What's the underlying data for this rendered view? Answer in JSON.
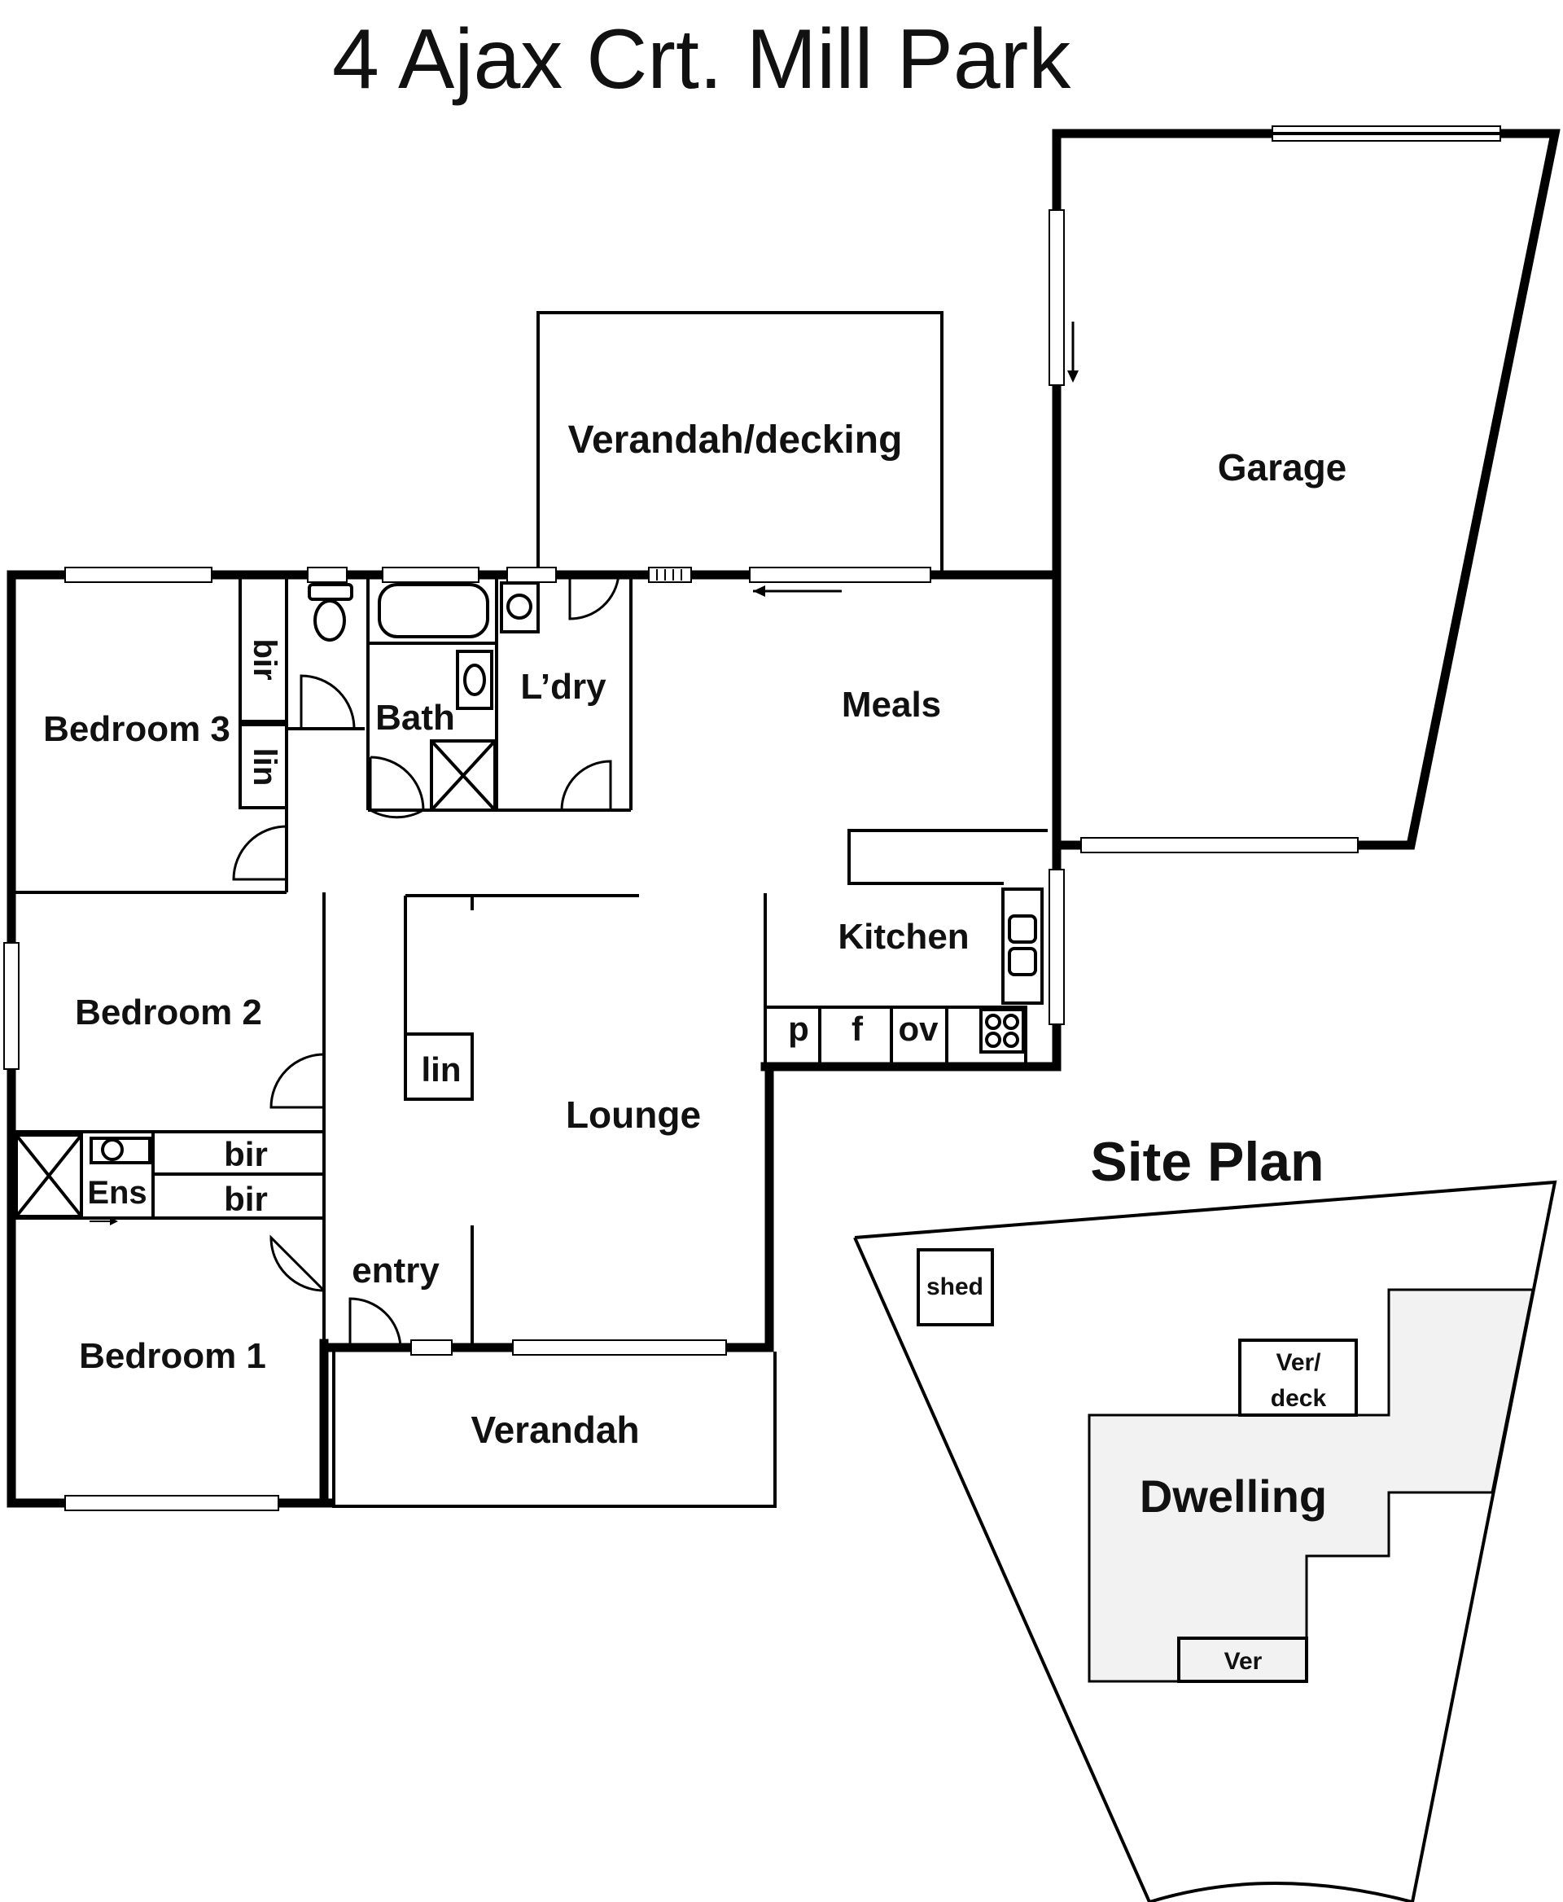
{
  "title": "4 Ajax Crt. Mill Park",
  "rooms": {
    "verandah_decking": "Verandah/decking",
    "garage": "Garage",
    "bedroom3": "Bedroom 3",
    "bir1": "bir",
    "lin1": "lin",
    "bath": "Bath",
    "laundry": "L’dry",
    "meals": "Meals",
    "kitchen": "Kitchen",
    "pantry": "p",
    "fridge": "f",
    "oven": "ov",
    "bedroom2": "Bedroom 2",
    "lin2": "lin",
    "lounge": "Lounge",
    "bir2": "bir",
    "bir3": "bir",
    "ensuite": "Ens",
    "entry": "entry",
    "bedroom1": "Bedroom 1",
    "verandah": "Verandah"
  },
  "site_plan": {
    "title": "Site Plan",
    "shed": "shed",
    "ver_deck_line1": "Ver/",
    "ver_deck_line2": "deck",
    "dwelling": "Dwelling",
    "ver": "Ver"
  }
}
